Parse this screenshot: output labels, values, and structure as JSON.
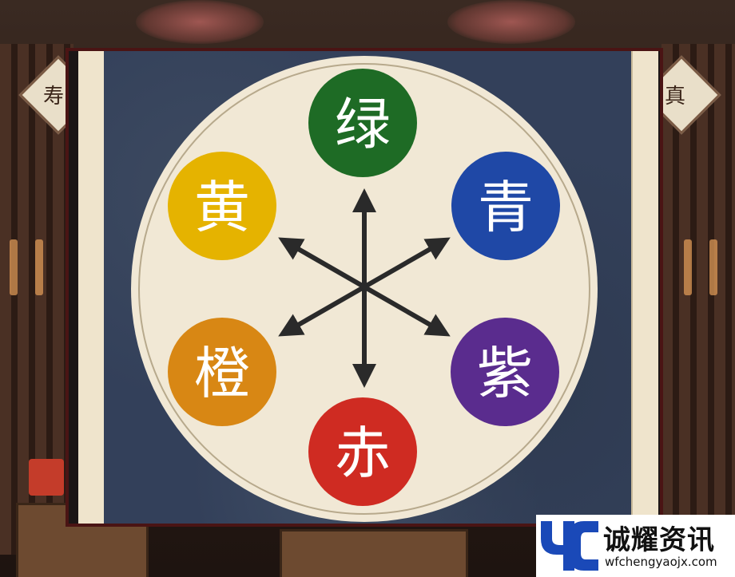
{
  "background": {
    "left_sign_text": "寿",
    "right_sign_text": "真"
  },
  "wheel": {
    "colors": {
      "green": "#1e6b25",
      "blue": "#1f48a6",
      "purple": "#5a2c8e",
      "red": "#cf2b22",
      "orange": "#d88714",
      "yellow": "#e5b300",
      "cream": "#f1e8d5",
      "arrow": "#2a2a2a"
    },
    "circles": [
      {
        "name": "green",
        "label": "绿"
      },
      {
        "name": "blue",
        "label": "青"
      },
      {
        "name": "purple",
        "label": "紫"
      },
      {
        "name": "red",
        "label": "赤"
      },
      {
        "name": "orange",
        "label": "橙"
      },
      {
        "name": "yellow",
        "label": "黄"
      }
    ]
  },
  "watermark": {
    "title": "诚耀资讯",
    "url": "wfchengyaojx.com",
    "logo_text": "YC",
    "logo_color": "#1a49b8"
  }
}
